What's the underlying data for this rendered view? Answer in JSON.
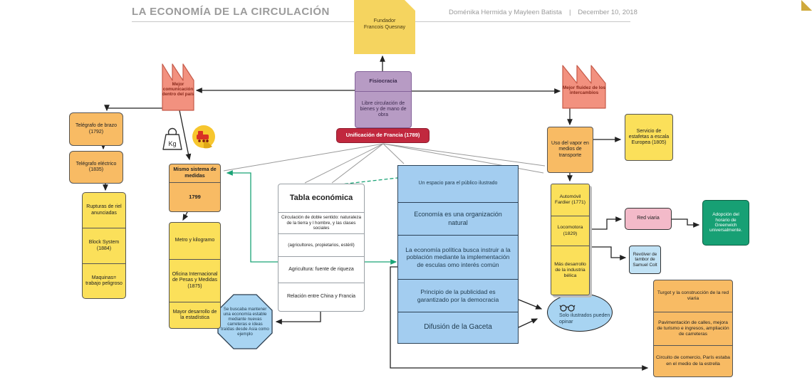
{
  "header": {
    "title": "LA ECONOMÍA DE LA CIRCULACIÓN",
    "authors": "Doménika Hermida y Mayleen Batista",
    "separator": "|",
    "date": "December 10, 2018"
  },
  "icons": {
    "kg_label": "Kg"
  },
  "colors": {
    "accent_red": "#c1283e",
    "purple": "#b79bc4",
    "orange": "#f8bb64",
    "yellow": "#fbe05a",
    "blue": "#a3cdf0",
    "salmon": "#f2917f",
    "green": "#17a074",
    "pink": "#f3bac9",
    "light_blue": "#c1e2f5",
    "teal_connector": "#1aa376",
    "gray_connector": "#999999"
  },
  "nodes": {
    "founder_note": {
      "text": "Fundador\nFrancois Quesnay"
    },
    "fisiocracia": {
      "title": "Fisiocracia",
      "body": "Libre circulación de bienes y de mano de obra"
    },
    "unificacion": {
      "label": "Unificación de Francia  (1789)"
    },
    "factory_left": {
      "label": "Mejor comunicación dentro del país"
    },
    "factory_right": {
      "label": "Mejor fluidez de los intercambios"
    },
    "telegrafo_brazo": {
      "label": "Telégrafo de brazo (1792)"
    },
    "telegrafo_electrico": {
      "label": "Telégrafo eléctrico (1835)"
    },
    "rail_list": {
      "items": [
        "Rupturas de riel anunciadas",
        "Block System (1884)",
        "Maquinas= trabajo peligroso"
      ]
    },
    "mismo_sistema": {
      "title": "Mismo sistema de medidas",
      "body": "1799"
    },
    "medidas_list": {
      "items": [
        "Metro y kilogramo",
        "Oficina Internacional de Pesas y Medidas (1875)",
        "Mayor desarrollo de la estadística"
      ]
    },
    "tabla": {
      "title": "Tabla económica",
      "rows": [
        "Circulación de doble sentido: naturaleza de la tierra y l hombre, y las clases sociales",
        "(agricultores, propietarios, estéril)",
        "Agricultura: fuente de riqueza",
        "Relación entre China y Francia"
      ]
    },
    "blue_stack": {
      "rows": [
        "Un espacio para el público ilustrado",
        "Economía es una organización natural",
        "La economía política busca instruir a la población mediante la implementación de esculas omo interés común",
        "Principio de la publicidad es garantizado por la democracia",
        "Difusión de la Gaceta"
      ]
    },
    "octagon": {
      "label": "Se buscaba mantener una economía estable mediante nuevas carreteras e ideas traídas desde Asia como ejemplo"
    },
    "ellipse": {
      "label": "Solo ilustrados pueden opinar"
    },
    "uso_vapor": {
      "label": "Uso del vapor en medios de transporte"
    },
    "servicio_estafetas": {
      "label": "Servicio de estafetas a escala Europea (1805)"
    },
    "transporte_list": {
      "items": [
        "Automóvil Fardier (1771)",
        "Locomotora (1829)",
        "Más desarrollo de la industria bélica"
      ]
    },
    "red_viaria": {
      "label": "Red viaria"
    },
    "greenwich": {
      "label": "Adopción del horario de Greenwich universalmente."
    },
    "revolver": {
      "label": "Revólver de tambor de Samuel Colt"
    },
    "vias_list": {
      "items": [
        "Turgot y la construcción de la red viaria",
        "Pavimentación de calles, mejora de turismo e ingresos, ampliación de carreteras",
        "Circuito de comercio, París estaba en el medio de la estrella"
      ]
    }
  }
}
